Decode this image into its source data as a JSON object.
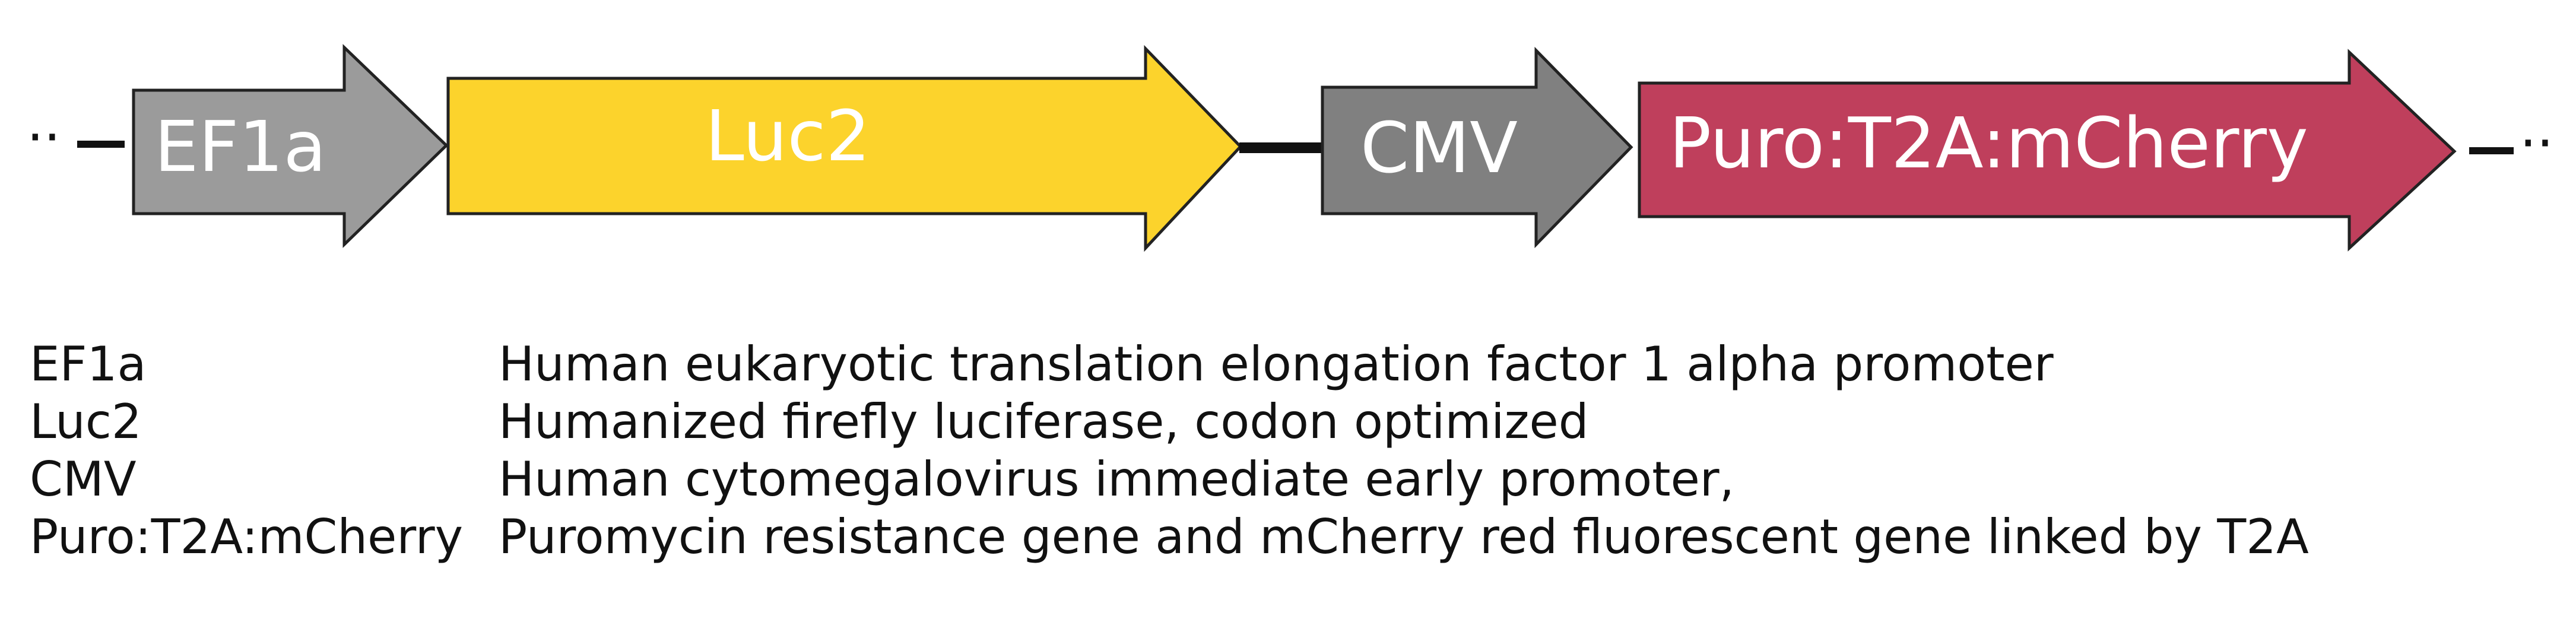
{
  "construct": {
    "left_flank": "··",
    "right_flank": "··",
    "elements": [
      {
        "label": "EF1a",
        "color": "#9b9b9b",
        "type": "promoter"
      },
      {
        "label": "Luc2",
        "color": "#fcd32c",
        "type": "gene"
      },
      {
        "label": "CMV",
        "color": "#808080",
        "type": "promoter"
      },
      {
        "label": "Puro:T2A:mCherry",
        "color": "#bf3f5c",
        "type": "gene"
      }
    ]
  },
  "legend": [
    {
      "key": "EF1a",
      "description": "Human eukaryotic translation elongation factor 1 alpha promoter"
    },
    {
      "key": "Luc2",
      "description": "Humanized firefly luciferase, codon optimized"
    },
    {
      "key": "CMV",
      "description": "Human cytomegalovirus immediate early promoter,"
    },
    {
      "key": "Puro:T2A:mCherry",
      "description": "Puromycin resistance gene and mCherry red fluorescent gene linked by T2A"
    }
  ]
}
